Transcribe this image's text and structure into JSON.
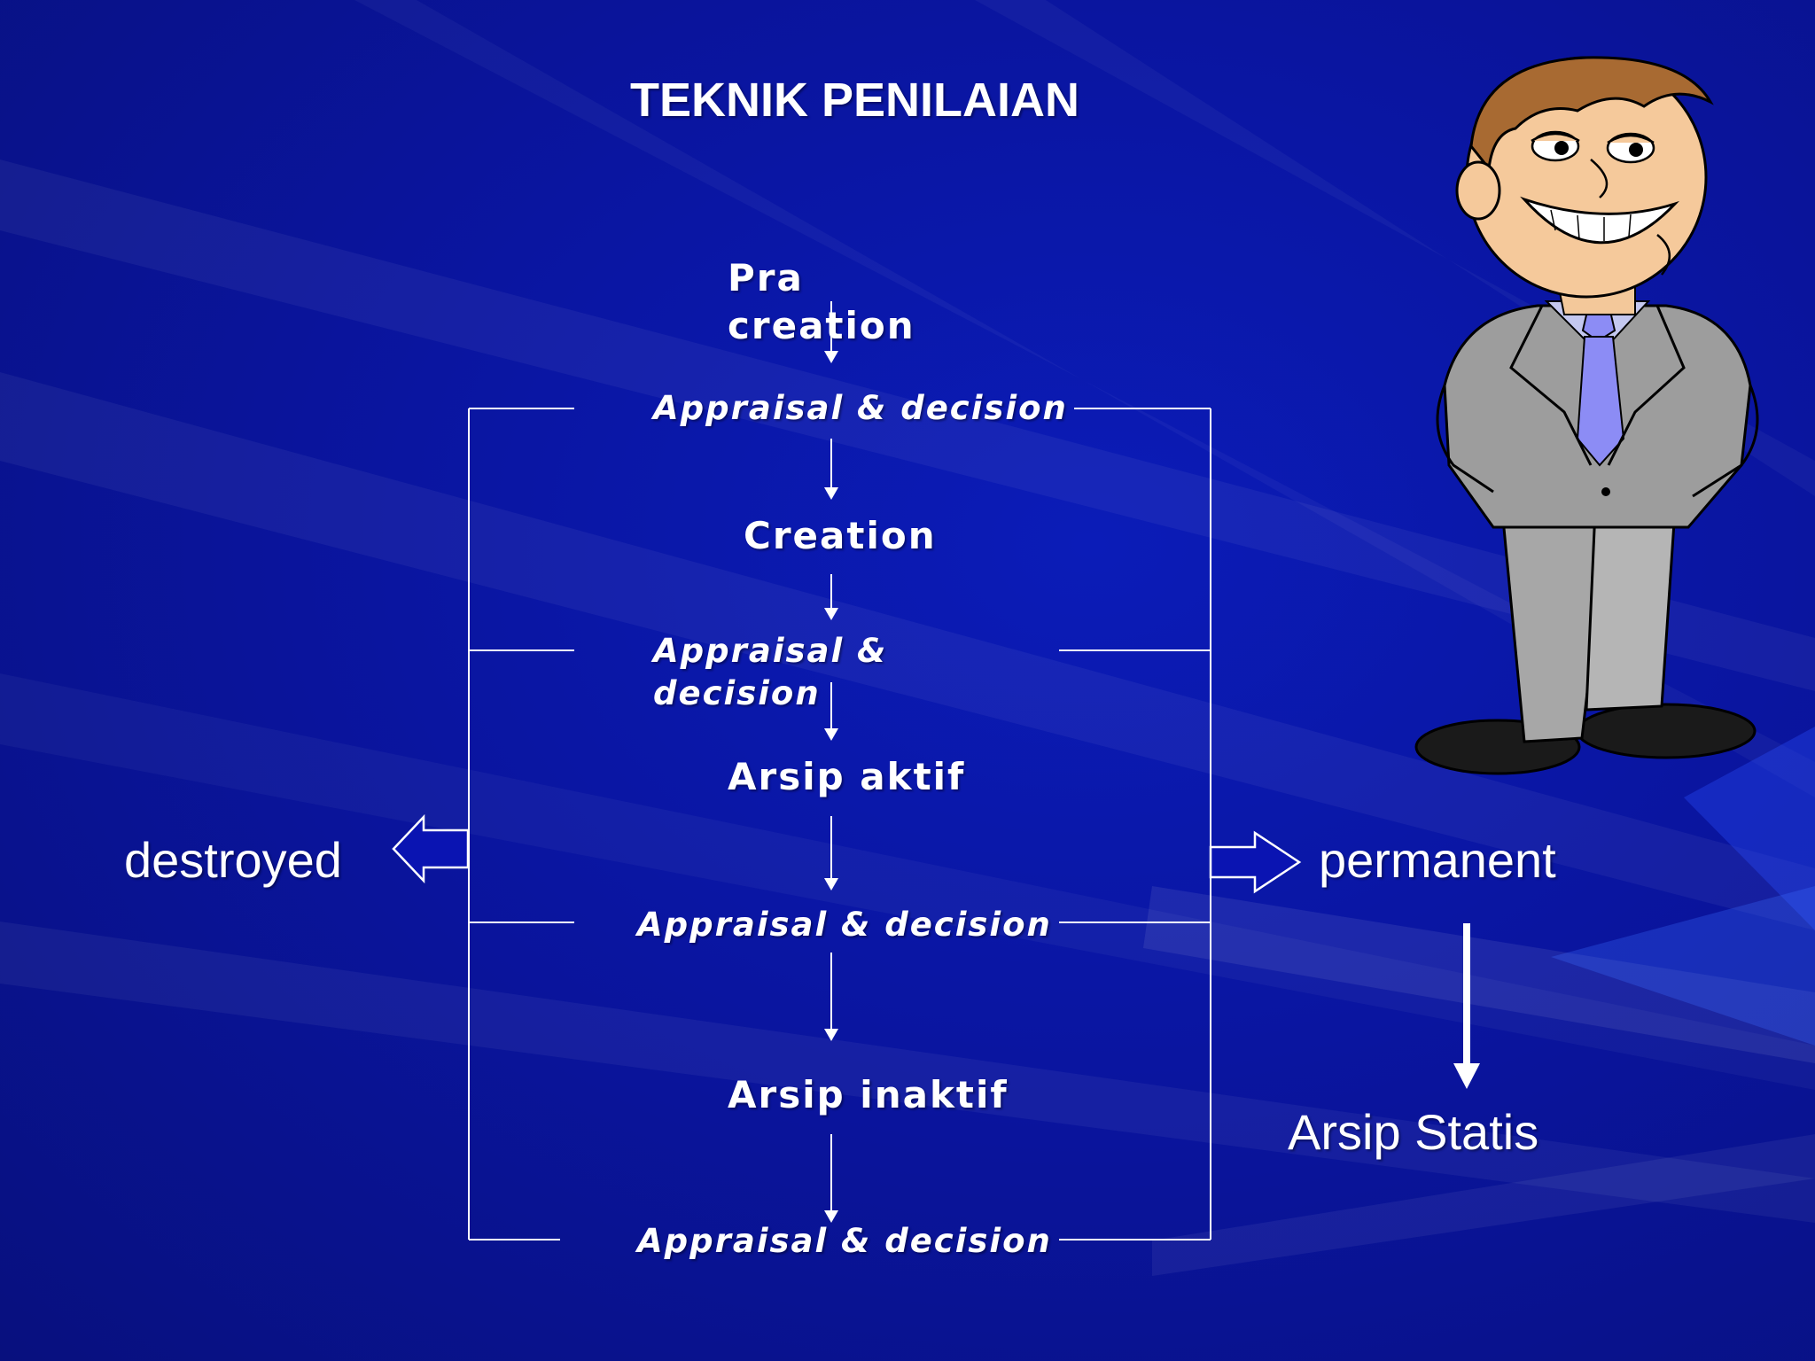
{
  "slide": {
    "title": "TEKNIK PENILAIAN",
    "colors": {
      "background": "#0a15a0",
      "lines": "#ffffff",
      "text": "#ffffff"
    }
  },
  "flow": {
    "pra_line1": "Pra",
    "pra_line2": "creation",
    "appraisal_1": "Appraisal & decision",
    "creation": "Creation",
    "appraisal_2_line1": "Appraisal &",
    "appraisal_2_line2": "decision",
    "arsip_aktif": "Arsip aktif",
    "appraisal_3": "Appraisal & decision",
    "arsip_inaktif": "Arsip inaktif",
    "appraisal_4": "Appraisal & decision"
  },
  "outcomes": {
    "left": "destroyed",
    "right": "permanent",
    "final": "Arsip Statis"
  },
  "illustration": {
    "icon": "businessman-cartoon-icon"
  }
}
